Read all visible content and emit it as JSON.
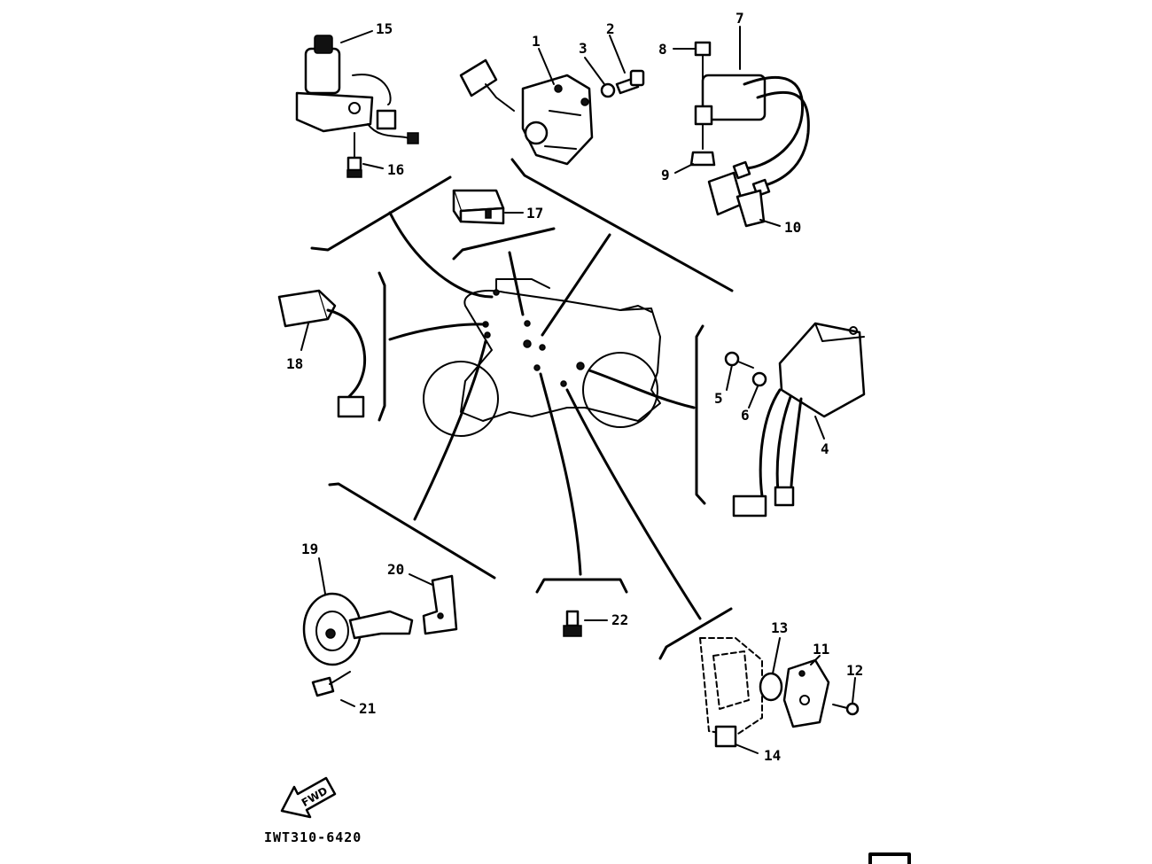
{
  "diagram": {
    "code": "IWT310-6420",
    "fwd_label": "FWD",
    "callouts": {
      "c1": "1",
      "c2": "2",
      "c3": "3",
      "c4": "4",
      "c5": "5",
      "c6": "6",
      "c7": "7",
      "c8": "8",
      "c9": "9",
      "c10": "10",
      "c11": "11",
      "c12": "12",
      "c13": "13",
      "c14": "14",
      "c15": "15",
      "c16": "16",
      "c17": "17",
      "c18": "18",
      "c19": "19",
      "c20": "20",
      "c21": "21",
      "c22": "22"
    }
  }
}
